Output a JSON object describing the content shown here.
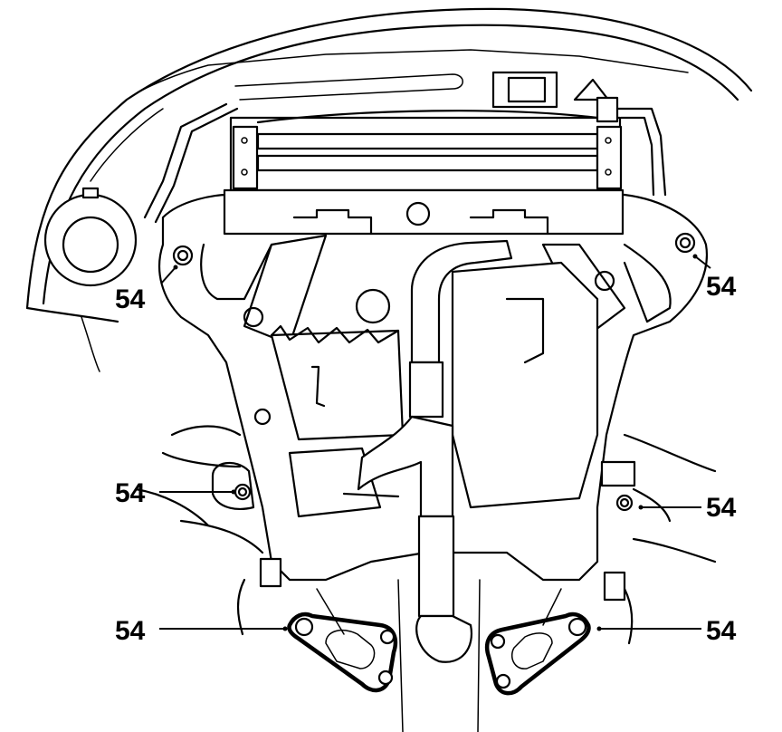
{
  "callouts": [
    {
      "id": "top-left",
      "label": "54"
    },
    {
      "id": "top-right",
      "label": "54"
    },
    {
      "id": "mid-left",
      "label": "54"
    },
    {
      "id": "mid-right",
      "label": "54"
    },
    {
      "id": "bottom-left",
      "label": "54"
    },
    {
      "id": "bottom-right",
      "label": "54"
    }
  ]
}
